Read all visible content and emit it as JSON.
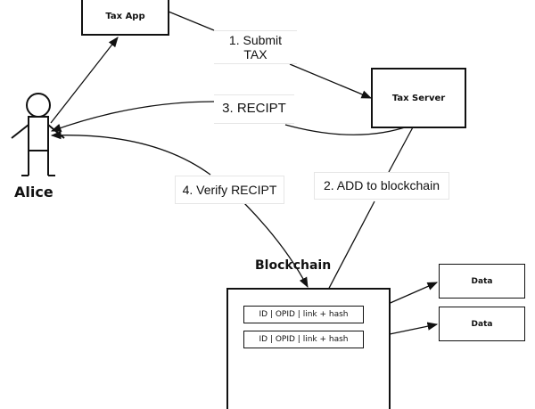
{
  "nodes": {
    "tax_app": "Tax App",
    "tax_server": "Tax Server",
    "actor": "Alice",
    "blockchain_title": "Blockchain",
    "block_rows": [
      "ID | OPID | link + hash",
      "ID | OPID | link + hash"
    ],
    "data_boxes": [
      "Data",
      "Data"
    ]
  },
  "edges": {
    "step1_line1": "1. Submit",
    "step1_line2": "TAX",
    "step2": "2. ADD to blockchain",
    "step3": "3. RECIPT",
    "step4": "4. Verify RECIPT"
  }
}
